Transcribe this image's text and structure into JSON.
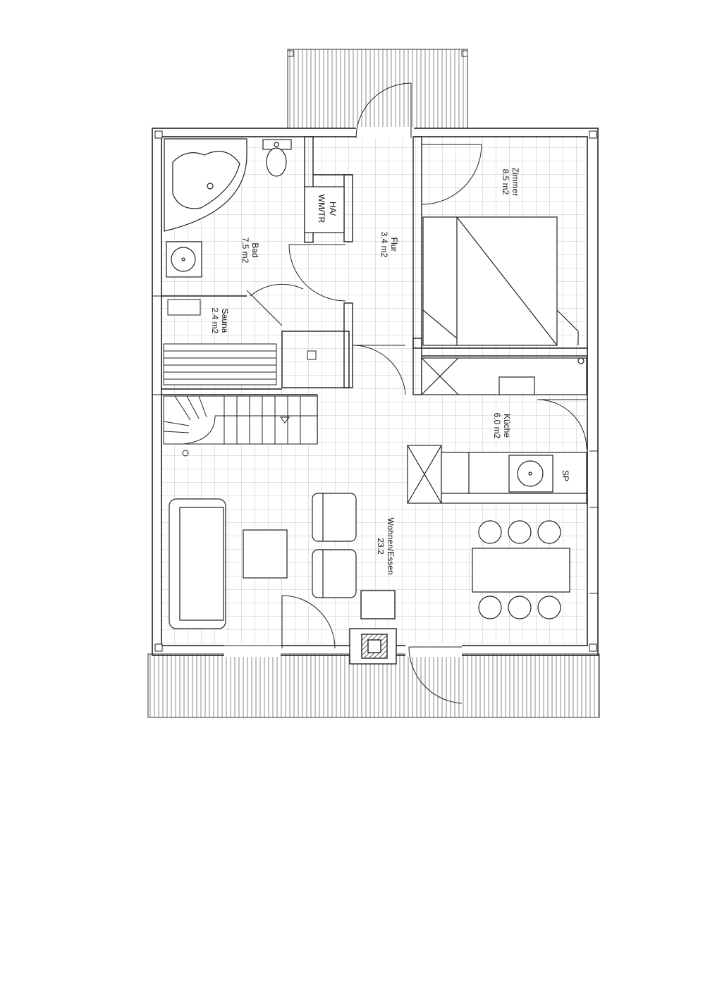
{
  "colors": {
    "line": "#222222",
    "grid": "#b5b5b5",
    "paper": "#ffffff"
  },
  "rooms": [
    {
      "id": "bad",
      "name": "Bad",
      "area": "7.5 m2"
    },
    {
      "id": "flur",
      "name": "Flur",
      "area": "3.4 m2"
    },
    {
      "id": "zimmer",
      "name": "Zimmer",
      "area": "8.5 m2"
    },
    {
      "id": "sauna",
      "name": "Sauna",
      "area": "2.4 m2"
    },
    {
      "id": "kueche",
      "name": "Küche",
      "area": "6.0 m2"
    },
    {
      "id": "wohnen",
      "name": "Wohnen/Essen",
      "area": "23.2"
    }
  ],
  "fixtures": {
    "wmtr": "WM/TR",
    "ha": "HA/",
    "sp": "SP"
  }
}
